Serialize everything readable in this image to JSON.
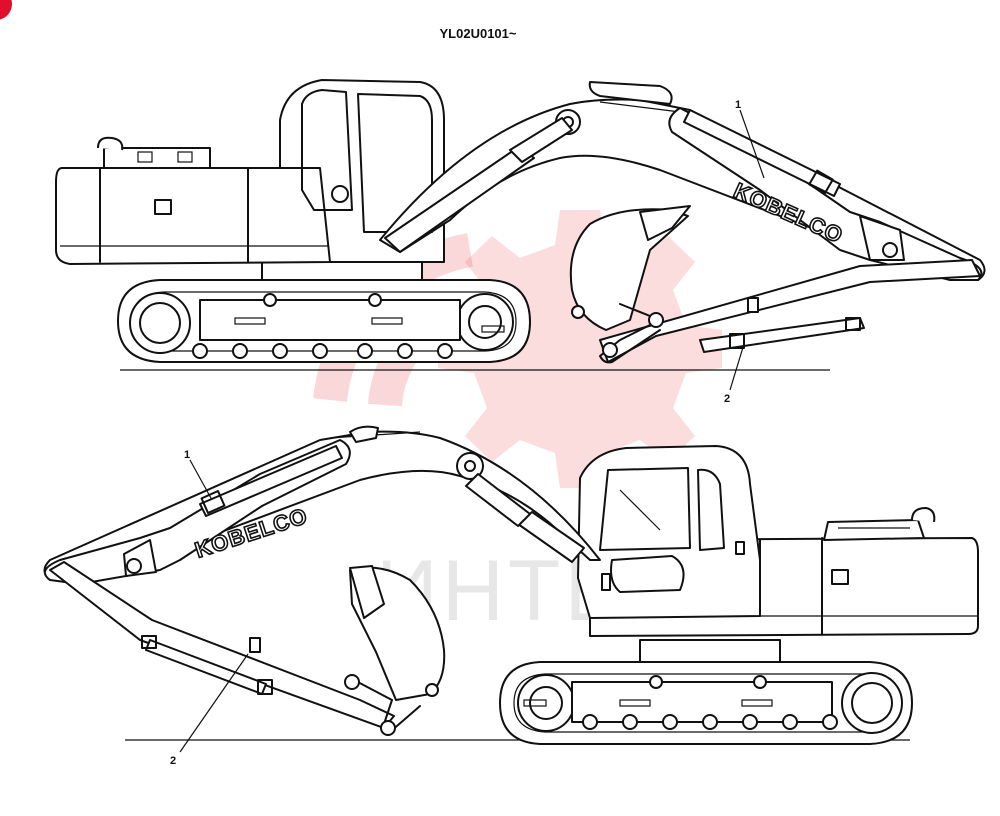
{
  "header": {
    "model_code": "YL02U0101~"
  },
  "brand": {
    "text": "KOBELCO"
  },
  "watermark": {
    "text": "ИНТЕК",
    "color": "#e8424a"
  },
  "views": [
    {
      "id": "upper",
      "facing": "right",
      "callouts": [
        {
          "label": "1"
        },
        {
          "label": "2"
        }
      ]
    },
    {
      "id": "lower",
      "facing": "left",
      "callouts": [
        {
          "label": "1"
        },
        {
          "label": "2"
        }
      ]
    }
  ],
  "colors": {
    "line": "#111111",
    "watermark": "#e8424a",
    "corner_badge": "#e0102a"
  }
}
